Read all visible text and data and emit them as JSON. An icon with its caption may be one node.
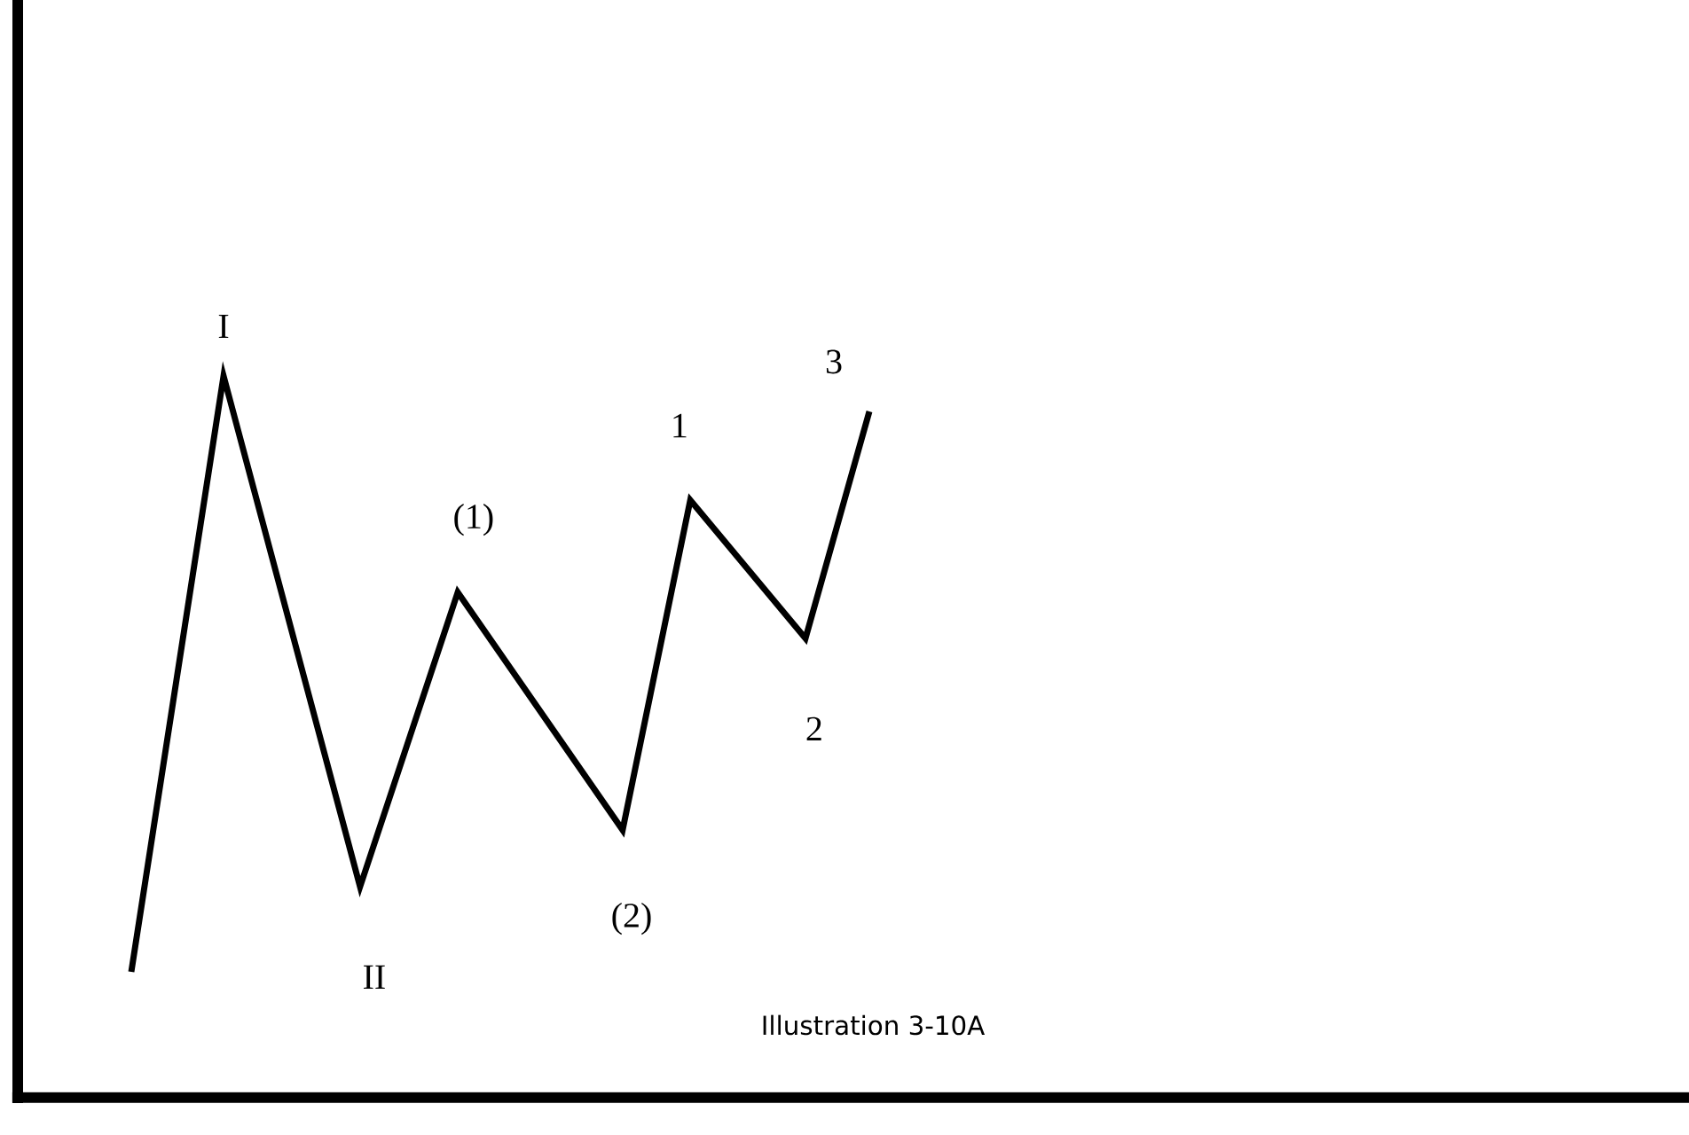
{
  "diagram": {
    "caption": "Illustration 3-10A",
    "labels": [
      "I",
      "3",
      "1",
      "(1)",
      "2",
      "(2)",
      "II"
    ]
  }
}
